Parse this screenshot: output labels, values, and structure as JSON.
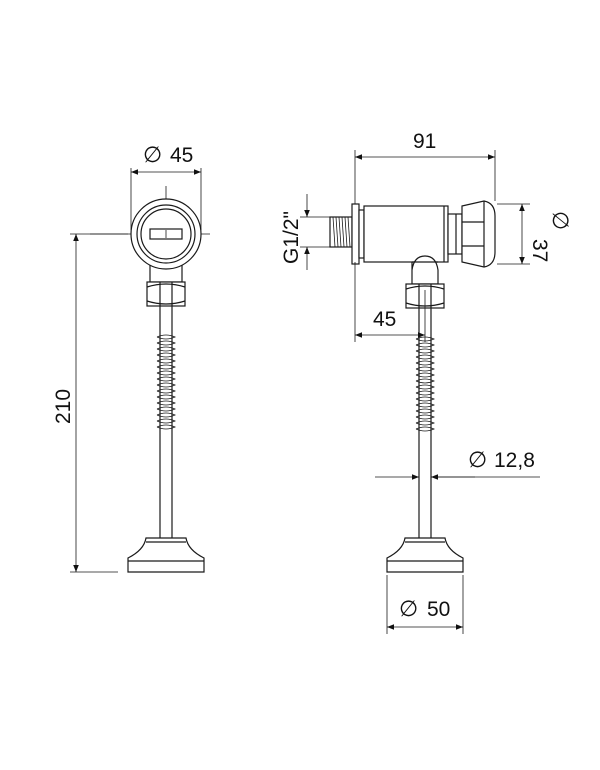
{
  "dimensions": {
    "front_top_diameter": "45",
    "total_height": "210",
    "side_width": "91",
    "inlet_thread": "G1/2\"",
    "button_diameter": "37",
    "side_offset": "45",
    "tube_diameter": "12,8",
    "base_diameter": "50"
  },
  "symbols": {
    "diameter": "∅"
  }
}
